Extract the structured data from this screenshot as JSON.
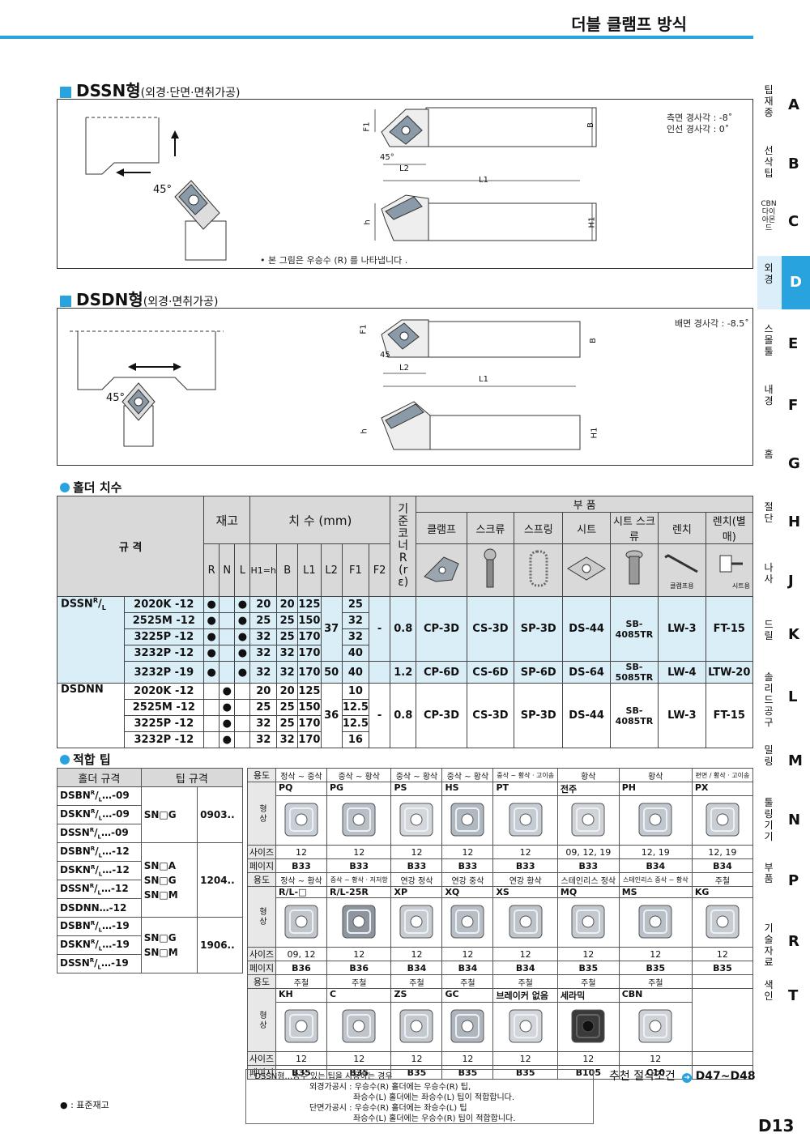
{
  "header": {
    "title": "더블 클램프 방식"
  },
  "dssn": {
    "title": "DSSN형",
    "subtitle": "(외경·단면·면취가공)",
    "angle": "45°",
    "angle_small": "45°",
    "dims": {
      "f1": "F1",
      "l2": "L2",
      "l1": "L1",
      "b": "B",
      "h": "h",
      "h1": "H1"
    },
    "rake1": "측면 경사각 : -8˚",
    "rake2": "인선 경사각 : 0˚",
    "note": "• 본 그림은 우승수 (R) 를 나타냅니다 ."
  },
  "dsdn": {
    "title": "DSDN형",
    "subtitle": "(외경·면취가공)",
    "angle": "45°",
    "angle_small": "45",
    "dims": {
      "f1": "F1",
      "l2": "L2",
      "l1": "L1",
      "b": "B",
      "h": "h",
      "h1": "H1"
    },
    "rake": "배면 경사각 : -8.5˚"
  },
  "holder": {
    "title": "홀더 치수",
    "h_spec": "규 격",
    "h_stock": "재고",
    "h_dim": "치 수 (mm)",
    "h_r": "기준코너R (rε)",
    "h_parts": "부 품",
    "stock_cols": [
      "R",
      "N",
      "L"
    ],
    "dim_cols": [
      "H1=h",
      "B",
      "L1",
      "L2",
      "F1",
      "F2"
    ],
    "part_cols": [
      "클램프",
      "스크류",
      "스프링",
      "시트",
      "시트 스크류",
      "렌치",
      "렌치(별매)"
    ],
    "wrench_sub1": "클램프용",
    "wrench_sub2": "시트용",
    "group1": "DSSN",
    "group1_sup": "R",
    "group1_sub": "L",
    "group2": "DSDNN",
    "rows": [
      {
        "model": "2020K -12",
        "r": "●",
        "n": "",
        "l": "●",
        "h": "20",
        "b": "20",
        "l1": "125",
        "f1": "25"
      },
      {
        "model": "2525M -12",
        "r": "●",
        "n": "",
        "l": "●",
        "h": "25",
        "b": "25",
        "l1": "150",
        "f1": "32"
      },
      {
        "model": "3225P -12",
        "r": "●",
        "n": "",
        "l": "●",
        "h": "32",
        "b": "25",
        "l1": "170",
        "f1": "32"
      },
      {
        "model": "3232P -12",
        "r": "●",
        "n": "",
        "l": "●",
        "h": "32",
        "b": "32",
        "l1": "170",
        "f1": "40"
      },
      {
        "model": "3232P -19",
        "r": "●",
        "n": "",
        "l": "●",
        "h": "32",
        "b": "32",
        "l1": "170",
        "l2": "50",
        "f1": "40"
      },
      {
        "model": "2020K -12",
        "r": "",
        "n": "●",
        "l": "",
        "h": "20",
        "b": "20",
        "l1": "125",
        "f1": "10"
      },
      {
        "model": "2525M -12",
        "r": "",
        "n": "●",
        "l": "",
        "h": "25",
        "b": "25",
        "l1": "150",
        "f1": "12.5"
      },
      {
        "model": "3225P -12",
        "r": "",
        "n": "●",
        "l": "",
        "h": "32",
        "b": "25",
        "l1": "170",
        "f1": "12.5"
      },
      {
        "model": "3232P -12",
        "r": "",
        "n": "●",
        "l": "",
        "h": "32",
        "b": "32",
        "l1": "170",
        "f1": "16"
      }
    ],
    "l2_a": "37",
    "l2_b": "36",
    "f2_a": "-",
    "f2_b": "-",
    "re_a": "0.8",
    "re_b": "1.2",
    "re_c": "0.8",
    "parts_a": [
      "CP-3D",
      "CS-3D",
      "SP-3D",
      "DS-44",
      "SB-4085TR",
      "LW-3",
      "FT-15"
    ],
    "parts_b": [
      "CP-6D",
      "CS-6D",
      "SP-6D",
      "DS-64",
      "SB-5085TR",
      "LW-4",
      "LTW-20"
    ],
    "parts_c": [
      "CP-3D",
      "CS-3D",
      "SP-3D",
      "DS-44",
      "SB-4085TR",
      "LW-3",
      "FT-15"
    ]
  },
  "chip": {
    "title": "적합 팁",
    "h_holder": "홀더 규격",
    "h_tip": "팁 규격",
    "holders1": [
      "DSBN",
      "DSKN",
      "DSSN"
    ],
    "suffix1": "…-09",
    "holders2": [
      "DSBN",
      "DSKN",
      "DSSN"
    ],
    "suffix2": "…-12",
    "holder2_extra": "DSDNN…-12",
    "holders3": [
      "DSBN",
      "DSKN",
      "DSSN"
    ],
    "suffix3": "…-19",
    "sup": "R",
    "sub": "L",
    "tip1": [
      "SN□G"
    ],
    "size1": "0903..",
    "tip2": [
      "SN□A",
      "SN□G",
      "SN□M"
    ],
    "size2": "1204..",
    "tip3": [
      "SN□G",
      "SN□M"
    ],
    "size3": "1906.."
  },
  "tips": {
    "lbl_use": "용도",
    "lbl_shape": "형상",
    "lbl_size": "사이즈",
    "lbl_page": "페이지",
    "row1": {
      "uses": [
        "정삭 ~ 중삭",
        "중삭 ~ 황삭",
        "중삭 ~ 황삭",
        "중삭 ~ 황삭",
        "중삭 ~ 황삭 · 고이송",
        "황삭",
        "황삭",
        "편면 / 황삭 · 고이송"
      ],
      "codes": [
        "PQ",
        "PG",
        "PS",
        "HS",
        "PT",
        "전주",
        "PH",
        "PX"
      ],
      "sizes": [
        "12",
        "12",
        "12",
        "12",
        "12",
        "09, 12, 19",
        "12, 19",
        "12, 19"
      ],
      "pages": [
        "B33",
        "B33",
        "B33",
        "B33",
        "B33",
        "B33",
        "B34",
        "B34"
      ]
    },
    "row2": {
      "uses": [
        "정삭 ~ 황삭",
        "중삭 ~ 황삭 · 저저항",
        "연강 정삭",
        "연강 중삭",
        "연강 황삭",
        "스테인리스 정삭",
        "스테인리스 중삭 ~ 황삭",
        "주철"
      ],
      "codes": [
        "R/L-□",
        "R/L-25R",
        "XP",
        "XQ",
        "XS",
        "MQ",
        "MS",
        "KG"
      ],
      "sizes": [
        "09, 12",
        "12",
        "12",
        "12",
        "12",
        "12",
        "12",
        "12"
      ],
      "pages": [
        "B36",
        "B36",
        "B34",
        "B34",
        "B34",
        "B35",
        "B35",
        "B35"
      ]
    },
    "row3": {
      "uses": [
        "주철",
        "주철",
        "주철",
        "주철",
        "주철",
        "주철",
        "주철"
      ],
      "codes": [
        "KH",
        "C",
        "ZS",
        "GC",
        "브레이커 없음",
        "세라믹",
        "CBN"
      ],
      "sizes": [
        "12",
        "12",
        "12",
        "12",
        "12",
        "12",
        "12"
      ],
      "pages": [
        "B35",
        "B35",
        "B35",
        "B35",
        "B35",
        "B105",
        "C10"
      ]
    }
  },
  "footer": {
    "n1": "· DSSN형…승수 있는 팁을 사용하는 경우",
    "n2": "외경가공시 : 우승수(R) 홀더에는 우승수(R) 팁,",
    "n3": "좌승수(L) 홀더에는 좌승수(L) 팁이 적합합니다.",
    "n4": "단면가공시 : 우승수(R) 홀더에는 좌승수(L) 팁",
    "n5": "좌승수(L) 홀더에는 우승수(R) 팁이 적합합니다.",
    "recommend": "추천 절삭조건",
    "recommend_pages": "D47~D48",
    "legend": "● : 표준재고",
    "page_no": "D13"
  },
  "sidebar": [
    {
      "ko": "팁재종",
      "letter": "A"
    },
    {
      "ko": "선삭팁",
      "letter": "B"
    },
    {
      "ko": "CBN다이아몬드",
      "letter": "C"
    },
    {
      "ko": "외경",
      "letter": "D"
    },
    {
      "ko": "스몰툴",
      "letter": "E"
    },
    {
      "ko": "내경",
      "letter": "F"
    },
    {
      "ko": "홈",
      "letter": "G"
    },
    {
      "ko": "절단",
      "letter": "H"
    },
    {
      "ko": "나사",
      "letter": "J"
    },
    {
      "ko": "드릴",
      "letter": "K"
    },
    {
      "ko": "솔리드공구",
      "letter": "L"
    },
    {
      "ko": "밀링",
      "letter": "M"
    },
    {
      "ko": "툴링기기",
      "letter": "N"
    },
    {
      "ko": "부품",
      "letter": "P"
    },
    {
      "ko": "기술자료",
      "letter": "R"
    },
    {
      "ko": "색인",
      "letter": "T"
    }
  ],
  "colors": {
    "accent": "#29a3dd",
    "header_gray": "#d9d9d9",
    "row_blue": "#daeef8"
  }
}
